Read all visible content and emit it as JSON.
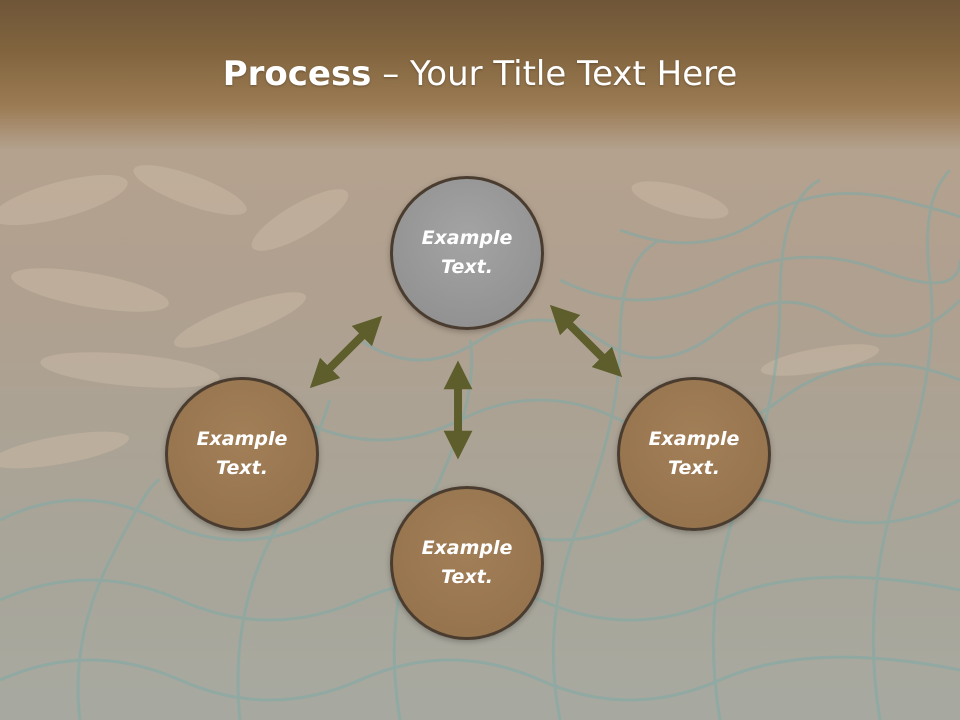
{
  "title": {
    "bold": "Process",
    "rest": " – Your Title Text Here"
  },
  "nodes": [
    {
      "id": "top",
      "line1": "Example",
      "line2": "Text."
    },
    {
      "id": "left",
      "line1": "Example",
      "line2": "Text."
    },
    {
      "id": "bottom",
      "line1": "Example",
      "line2": "Text."
    },
    {
      "id": "right",
      "line1": "Example",
      "line2": "Text."
    }
  ],
  "colors": {
    "header": "#7d6140",
    "node_gray": "#8f8f8f",
    "node_brown": "#96734c",
    "arrow": "#5e5d2c",
    "node_border": "#4a3d30"
  }
}
